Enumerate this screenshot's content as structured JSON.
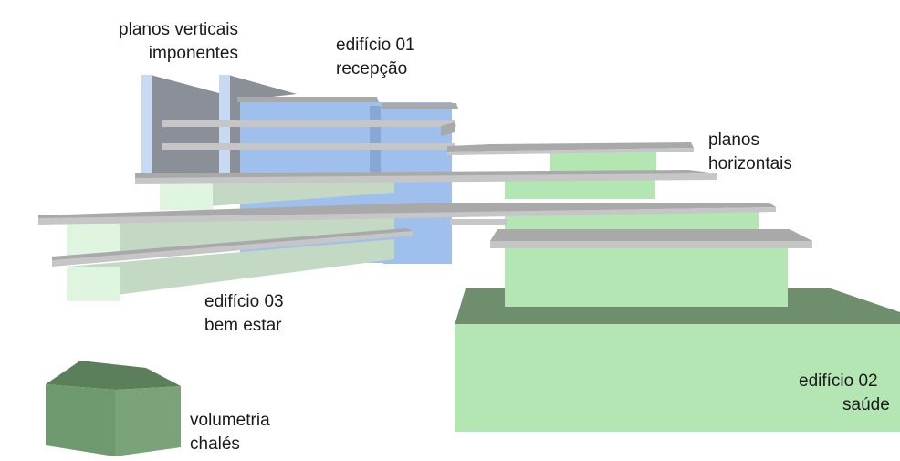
{
  "labels": {
    "vertical_planes": {
      "line1": "planos verticais",
      "line2": "imponentes"
    },
    "building_01": {
      "line1": "edifício 01",
      "line2": "recepção"
    },
    "horizontal_planes": {
      "line1": "planos",
      "line2": "horizontais"
    },
    "building_03": {
      "line1": "edifício 03",
      "line2": "bem estar"
    },
    "building_02": {
      "line1": "edifício 02",
      "line2": "saúde"
    },
    "chalets": {
      "line1": "volumetria",
      "line2": "chalés"
    }
  },
  "colors": {
    "green_light": "#b3e6b3",
    "green_side": "#c3d9c3",
    "green_pale": "#dff5df",
    "green_base_top": "#6e8e6e",
    "blue": "#9fc0ec",
    "blue_light": "#c8daf2",
    "grey_dark": "#8a8f98",
    "slab_top": "#a9a9a9",
    "slab_front": "#c6c6c6",
    "chalet_front": "#6f9a6f",
    "chalet_roof": "#5a7f5a"
  }
}
